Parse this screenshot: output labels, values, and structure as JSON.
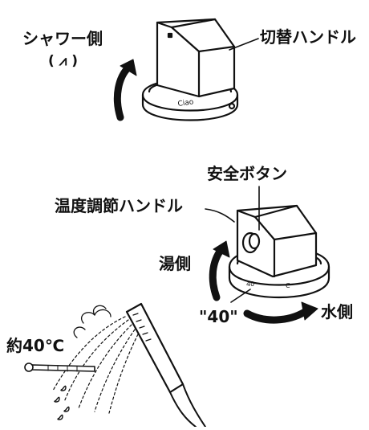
{
  "labels": {
    "shower_side": "シャワー側",
    "shower_icon_note": "( ⩘ )",
    "switch_handle": "切替ハンドル",
    "safety_button": "安全ボタン",
    "temp_handle": "温度調節ハンドル",
    "hot_side": "湯側",
    "dial_value": "\"40\"",
    "water_side": "水側",
    "approx_temp": "約40℃"
  },
  "dial_marks": {
    "switch_dial": "Ciao",
    "temp_dial_left": "40",
    "temp_dial_right": "C"
  },
  "colors": {
    "line": "#111111",
    "fill": "#ffffff"
  }
}
